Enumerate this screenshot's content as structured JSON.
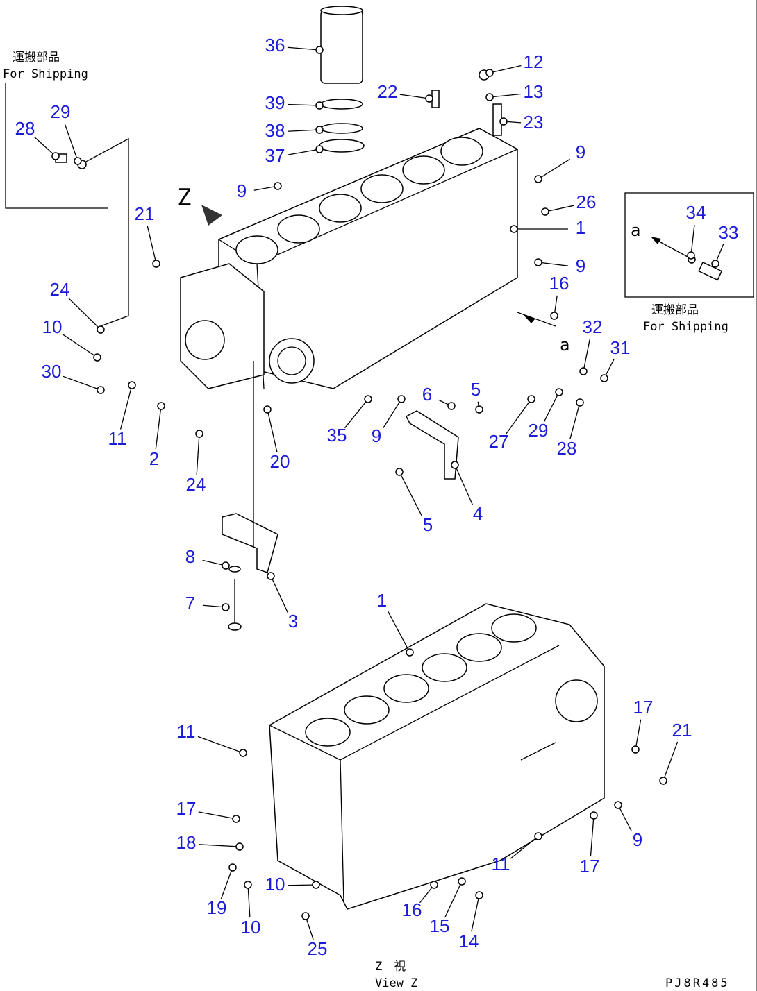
{
  "callouts": [
    "36",
    "39",
    "38",
    "37",
    "22",
    "12",
    "13",
    "23",
    "9",
    "26",
    "1",
    "9",
    "16",
    "32",
    "31",
    "9",
    "21",
    "24",
    "10",
    "30",
    "11",
    "2",
    "24",
    "20",
    "35",
    "9",
    "6",
    "5",
    "27",
    "29",
    "28",
    "5",
    "4",
    "8",
    "7",
    "3",
    "28",
    "29",
    "34",
    "33",
    "1",
    "11",
    "17",
    "21",
    "17",
    "18",
    "9",
    "11",
    "17",
    "10",
    "19",
    "10",
    "16",
    "15",
    "14",
    "25"
  ],
  "markers": {
    "z_arrow": "Z",
    "detail_a": "a",
    "detail_a_box": "a"
  },
  "shipping_left": {
    "jp": "運搬部品",
    "en": "For Shipping"
  },
  "shipping_right": {
    "jp": "運搬部品",
    "en": "For Shipping"
  },
  "view": {
    "jp": "Z　視",
    "en": "View Z"
  },
  "drawing_code": "PJ8R485"
}
